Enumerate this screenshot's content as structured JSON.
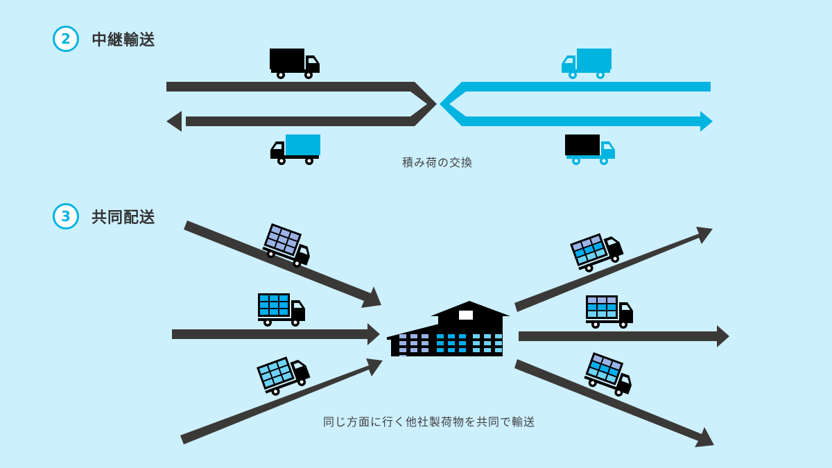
{
  "colors": {
    "background": "#cdf0ff",
    "accent": "#00b4e0",
    "dark_road": "#3b3938",
    "truck_black": "#000000",
    "cargo_light_blue": "#9ab3e6",
    "cargo_blue": "#00aeef",
    "cargo_sky": "#6fd3f7"
  },
  "sections": [
    {
      "number": "2",
      "title": "中継輸送",
      "caption": "積み荷の交換"
    },
    {
      "number": "3",
      "title": "共同配送",
      "caption": "同じ方面に行く他社製荷物を共同で輸送"
    }
  ],
  "icons": {
    "truck": "truck-icon",
    "cargo_truck": "cargo-truck-icon",
    "warehouse": "warehouse-icon",
    "arrow": "arrow-icon"
  }
}
